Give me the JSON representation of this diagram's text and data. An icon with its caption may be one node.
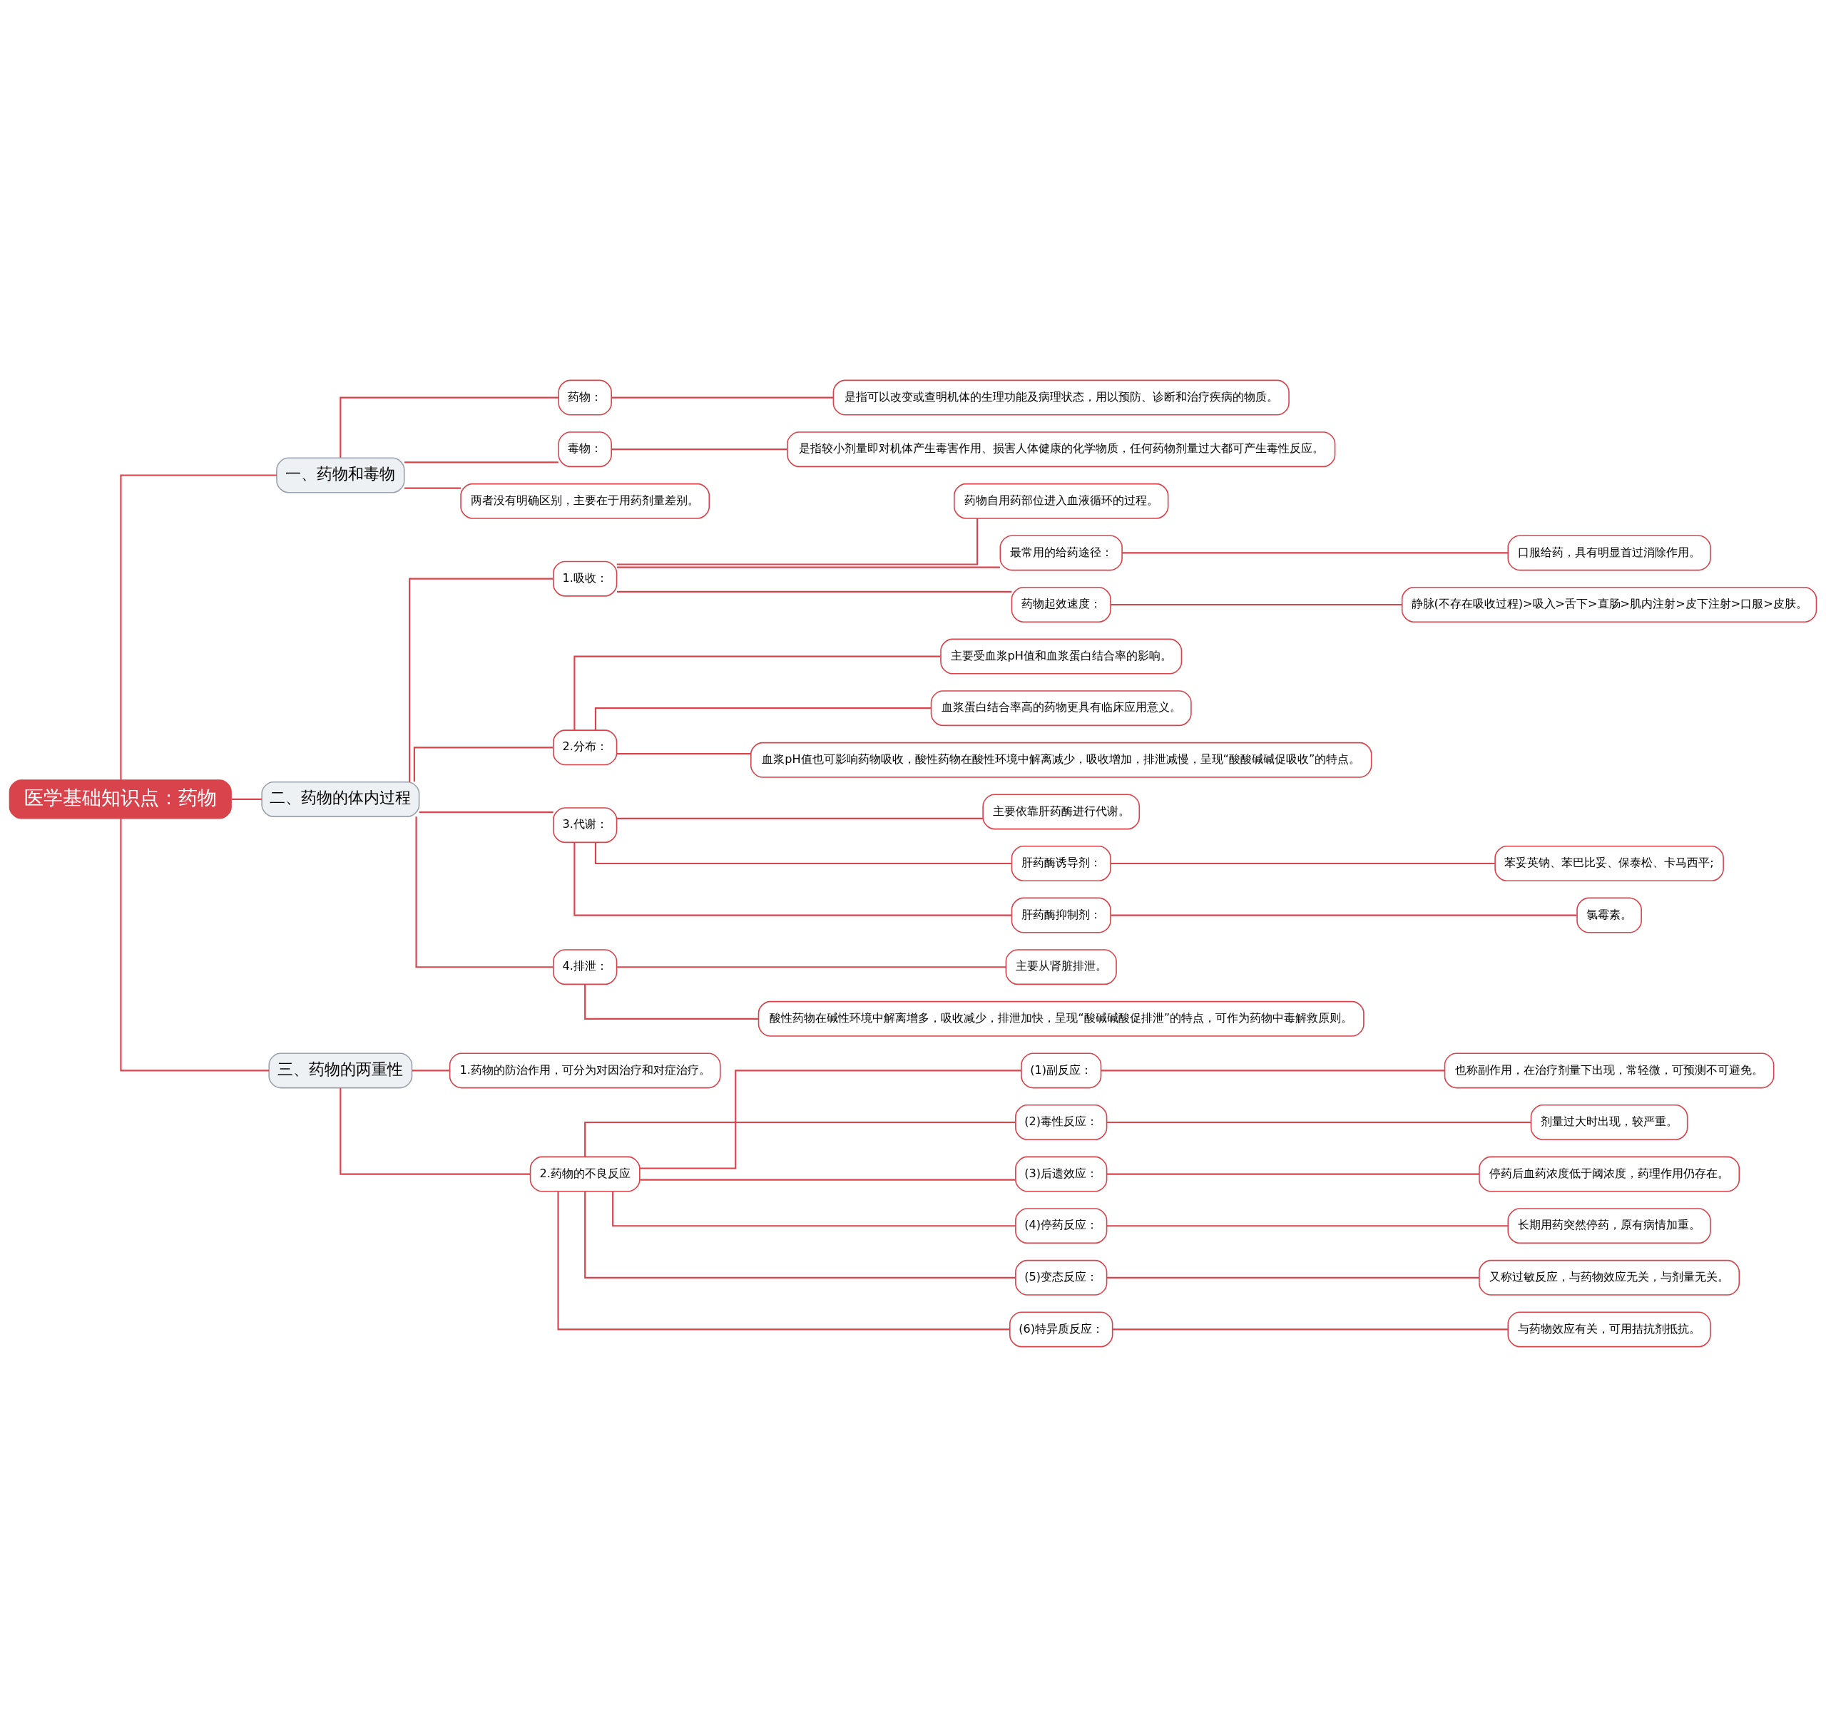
{
  "diagram": {
    "nodes": [
      {
        "text": [
          "医学基础知识点：药物"
        ]
      },
      {
        "text": [
          "一、药物和毒物"
        ]
      },
      {
        "text": [
          "药物："
        ]
      },
      {
        "text": [
          "是指可以改变或查明机体的生理功能及病理状态，用以预防、诊断和治疗疾病的物质。"
        ]
      },
      {
        "text": [
          "毒物："
        ]
      },
      {
        "text": [
          "是指较小剂量即对机体产生毒害作用、损害人体健康的化学物质，任何药物剂量过大都可产生毒性反应。"
        ]
      },
      {
        "text": [
          "两者没有明确区别，主要在于用药剂量差别。"
        ]
      },
      {
        "text": [
          "二、药物的体内过程"
        ]
      },
      {
        "text": [
          "1.吸收："
        ]
      },
      {
        "text": [
          "药物自用药部位进入血液循环的过程。"
        ]
      },
      {
        "text": [
          "最常用的给药途径："
        ]
      },
      {
        "text": [
          "口服给药，具有明显首过消除作用。"
        ]
      },
      {
        "text": [
          "药物起效速度："
        ]
      },
      {
        "text": [
          "静脉(不存在吸收过程)>吸入>舌下>直肠>肌内注射>皮下注射>口服>皮肤。"
        ]
      },
      {
        "text": [
          "2.分布："
        ]
      },
      {
        "text": [
          "主要受血浆pH值和血浆蛋白结合率的影响。"
        ]
      },
      {
        "text": [
          "血浆蛋白结合率高的药物更具有临床应用意义。"
        ]
      },
      {
        "text": [
          "血浆pH值也可影响药物吸收，酸性药物在酸性环境中解离减少，吸收增加，排泄减慢，呈现“酸酸碱碱促吸收”的特点。"
        ]
      },
      {
        "text": [
          "3.代谢："
        ]
      },
      {
        "text": [
          "主要依靠肝药酶进行代谢。"
        ]
      },
      {
        "text": [
          "肝药酶诱导剂："
        ]
      },
      {
        "text": [
          "苯妥英钠、苯巴比妥、保泰松、卡马西平;"
        ]
      },
      {
        "text": [
          "肝药酶抑制剂："
        ]
      },
      {
        "text": [
          "氯霉素。"
        ]
      },
      {
        "text": [
          "4.排泄："
        ]
      },
      {
        "text": [
          "主要从肾脏排泄。"
        ]
      },
      {
        "text": [
          "酸性药物在碱性环境中解离增多，吸收减少，排泄加快，呈现“酸碱碱酸促排泄”的特点，可作为药物中毒解救原则。"
        ]
      },
      {
        "text": [
          "三、药物的两重性"
        ]
      },
      {
        "text": [
          "1.药物的防治作用，可分为对因治疗和对症治疗。"
        ]
      },
      {
        "text": [
          "2.药物的不良反应"
        ]
      },
      {
        "text": [
          "(1)副反应："
        ]
      },
      {
        "text": [
          "也称副作用，在治疗剂量下出现，常轻微，可预测不可避免。"
        ]
      },
      {
        "text": [
          "(2)毒性反应："
        ]
      },
      {
        "text": [
          "剂量过大时出现，较严重。"
        ]
      },
      {
        "text": [
          "(3)后遗效应："
        ]
      },
      {
        "text": [
          "停药后血药浓度低于阈浓度，药理作用仍存在。"
        ]
      },
      {
        "text": [
          "(4)停药反应："
        ]
      },
      {
        "text": [
          "长期用药突然停药，原有病情加重。"
        ]
      },
      {
        "text": [
          "(5)变态反应："
        ]
      },
      {
        "text": [
          "又称过敏反应，与药物效应无关，与剂量无关。"
        ]
      },
      {
        "text": [
          "(6)特异质反应："
        ]
      },
      {
        "text": [
          "与药物效应有关，可用拮抗剂抵抗。"
        ]
      }
    ],
    "edges": [
      {
        "from": 0,
        "to": 1,
        "arrow": "none"
      },
      {
        "from": 1,
        "to": 2,
        "arrow": "none"
      },
      {
        "from": 2,
        "to": 3,
        "arrow": "none"
      },
      {
        "from": 1,
        "to": 4,
        "arrow": "none"
      },
      {
        "from": 4,
        "to": 5,
        "arrow": "none"
      },
      {
        "from": 1,
        "to": 6,
        "arrow": "none"
      },
      {
        "from": 0,
        "to": 7,
        "arrow": "none"
      },
      {
        "from": 7,
        "to": 8,
        "arrow": "none"
      },
      {
        "from": 8,
        "to": 9,
        "arrow": "none"
      },
      {
        "from": 8,
        "to": 10,
        "arrow": "none"
      },
      {
        "from": 10,
        "to": 11,
        "arrow": "none"
      },
      {
        "from": 8,
        "to": 12,
        "arrow": "none"
      },
      {
        "from": 12,
        "to": 13,
        "arrow": "none"
      },
      {
        "from": 7,
        "to": 14,
        "arrow": "none"
      },
      {
        "from": 14,
        "to": 15,
        "arrow": "none"
      },
      {
        "from": 14,
        "to": 16,
        "arrow": "none"
      },
      {
        "from": 14,
        "to": 17,
        "arrow": "none"
      },
      {
        "from": 7,
        "to": 18,
        "arrow": "none"
      },
      {
        "from": 18,
        "to": 19,
        "arrow": "none"
      },
      {
        "from": 18,
        "to": 20,
        "arrow": "none"
      },
      {
        "from": 20,
        "to": 21,
        "arrow": "none"
      },
      {
        "from": 18,
        "to": 22,
        "arrow": "none"
      },
      {
        "from": 22,
        "to": 23,
        "arrow": "none"
      },
      {
        "from": 7,
        "to": 24,
        "arrow": "none"
      },
      {
        "from": 24,
        "to": 25,
        "arrow": "none"
      },
      {
        "from": 24,
        "to": 26,
        "arrow": "none"
      },
      {
        "from": 0,
        "to": 27,
        "arrow": "none"
      },
      {
        "from": 27,
        "to": 28,
        "arrow": "none"
      },
      {
        "from": 27,
        "to": 29,
        "arrow": "none"
      },
      {
        "from": 29,
        "to": 30,
        "arrow": "none"
      },
      {
        "from": 30,
        "to": 31,
        "arrow": "none"
      },
      {
        "from": 29,
        "to": 32,
        "arrow": "none"
      },
      {
        "from": 32,
        "to": 33,
        "arrow": "none"
      },
      {
        "from": 29,
        "to": 34,
        "arrow": "none"
      },
      {
        "from": 34,
        "to": 35,
        "arrow": "none"
      },
      {
        "from": 29,
        "to": 36,
        "arrow": "none"
      },
      {
        "from": 36,
        "to": 37,
        "arrow": "none"
      },
      {
        "from": 29,
        "to": 38,
        "arrow": "none"
      },
      {
        "from": 38,
        "to": 39,
        "arrow": "none"
      },
      {
        "from": 29,
        "to": 40,
        "arrow": "none"
      },
      {
        "from": 40,
        "to": 41,
        "arrow": "none"
      }
    ]
  }
}
